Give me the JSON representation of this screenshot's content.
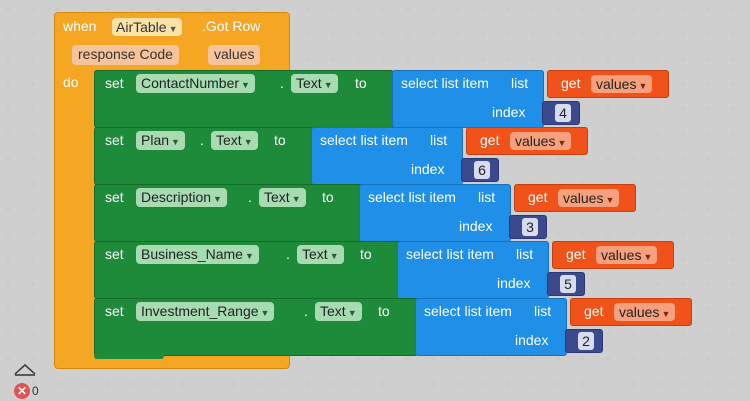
{
  "event": {
    "when": "when",
    "component": "AirTable",
    "event_name": ".Got Row",
    "params": [
      "response Code",
      "values"
    ],
    "do": "do"
  },
  "rows": [
    {
      "set": "set",
      "component": "ContactNumber",
      "dot": ".",
      "prop": "Text",
      "to": "to",
      "select": "select list item",
      "list": "list",
      "get": "get",
      "var": "values",
      "index_label": "index",
      "index": "4"
    },
    {
      "set": "set",
      "component": "Plan",
      "dot": ".",
      "prop": "Text",
      "to": "to",
      "select": "select list item",
      "list": "list",
      "get": "get",
      "var": "values",
      "index_label": "index",
      "index": "6"
    },
    {
      "set": "set",
      "component": "Description",
      "dot": ".",
      "prop": "Text",
      "to": "to",
      "select": "select list item",
      "list": "list",
      "get": "get",
      "var": "values",
      "index_label": "index",
      "index": "3"
    },
    {
      "set": "set",
      "component": "Business_Name",
      "dot": ".",
      "prop": "Text",
      "to": "to",
      "select": "select list item",
      "list": "list",
      "get": "get",
      "var": "values",
      "index_label": "index",
      "index": "5"
    },
    {
      "set": "set",
      "component": "Investment_Range",
      "dot": ".",
      "prop": "Text",
      "to": "to",
      "select": "select list item",
      "list": "list",
      "get": "get",
      "var": "values",
      "index_label": "index",
      "index": "2"
    }
  ],
  "workspace": {
    "error_count": "0",
    "colors": {
      "event": "#f5a623",
      "set": "#1e8b3a",
      "list": "#1f8fe8",
      "get": "#f0521a",
      "number": "#3a4a8c"
    }
  }
}
